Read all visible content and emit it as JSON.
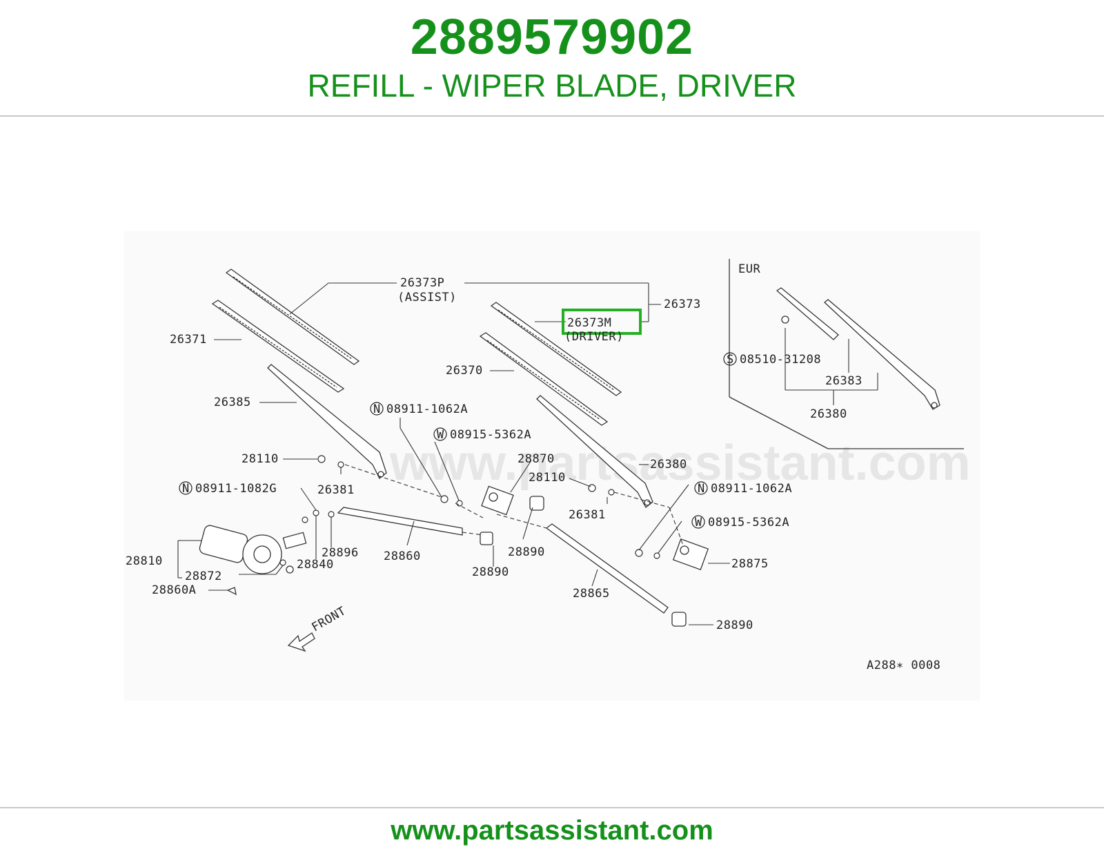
{
  "header": {
    "part_number": "2889579902",
    "part_name": "REFILL - WIPER BLADE, DRIVER"
  },
  "diagram": {
    "watermark": "www.partsassistant.com",
    "region_label": "EUR",
    "reference_code": "A288∗ 0008",
    "front_label": "FRONT",
    "highlighted_label": "26373M",
    "labels": {
      "l26373P": "26373P",
      "assist": "(ASSIST)",
      "l26373": "26373",
      "l26373M": "26373M",
      "driver": "(DRIVER)",
      "l26371": "26371",
      "l26370": "26370",
      "l26385": "26385",
      "n08911_1062A_top": "08911-1062A",
      "w08915_5362A_top": "08915-5362A",
      "l28110_left": "28110",
      "l26381_left": "26381",
      "l28870": "28870",
      "l28110_mid": "28110",
      "l26380_mid": "26380",
      "l26381_mid": "26381",
      "n08911_1082G": "08911-1082G",
      "l28810": "28810",
      "l28872": "28872",
      "l28860A": "28860A",
      "l28840": "28840",
      "l28896": "28896",
      "l28860": "28860",
      "l28890_a": "28890",
      "l28890_b": "28890",
      "n08911_1062A_right": "08911-1062A",
      "w08915_5362A_right": "08915-5362A",
      "l28875": "28875",
      "l28865": "28865",
      "l28890_c": "28890",
      "s08510_31208": "08510-31208",
      "l26383": "26383",
      "l26380_eur": "26380"
    },
    "prefix_letters": {
      "N": "N",
      "W": "W",
      "S": "S"
    },
    "highlight_color": "#22b022"
  },
  "footer": {
    "url": "www.partsassistant.com"
  }
}
